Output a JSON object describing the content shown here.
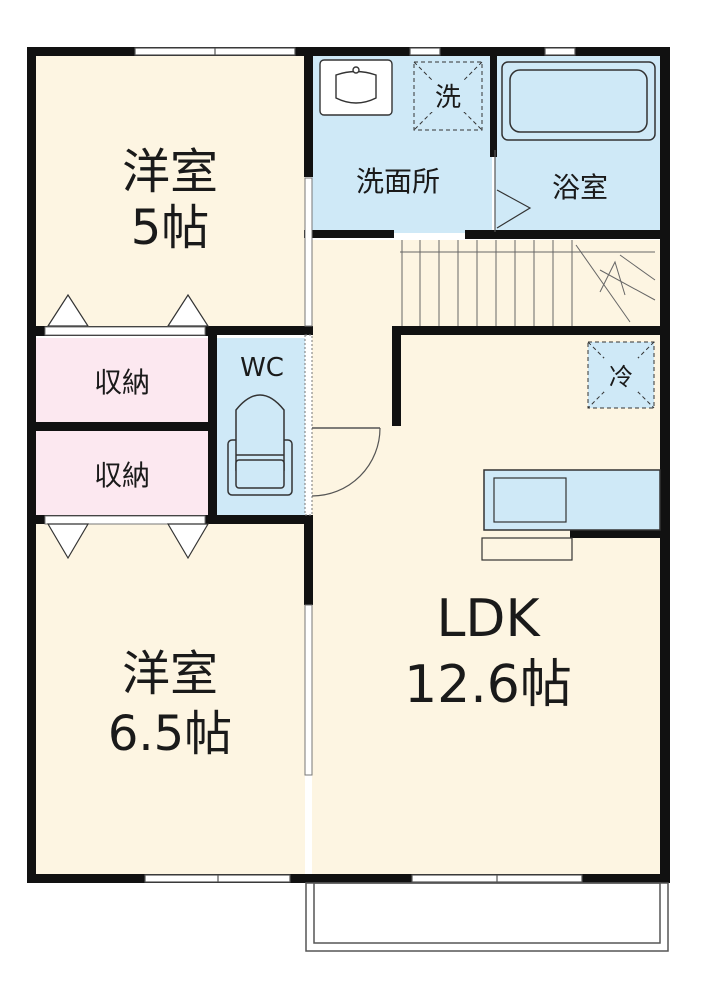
{
  "rooms": {
    "western_room_1": {
      "name": "洋室",
      "size": "5帖"
    },
    "storage_1": {
      "name": "収納"
    },
    "storage_2": {
      "name": "収納"
    },
    "western_room_2": {
      "name": "洋室",
      "size": "6.5帖"
    },
    "washroom": {
      "name": "洗面所"
    },
    "bathroom": {
      "name": "浴室"
    },
    "toilet": {
      "name": "WC"
    },
    "ldk": {
      "name": "LDK",
      "size": "12.6帖"
    }
  },
  "symbols": {
    "washing_machine": "洗",
    "refrigerator": "冷"
  },
  "colors": {
    "room_cream": "#fdf5e2",
    "wet_area_blue": "#cfe9f7",
    "storage_pink": "#fce8f0",
    "wall": "#111111"
  }
}
